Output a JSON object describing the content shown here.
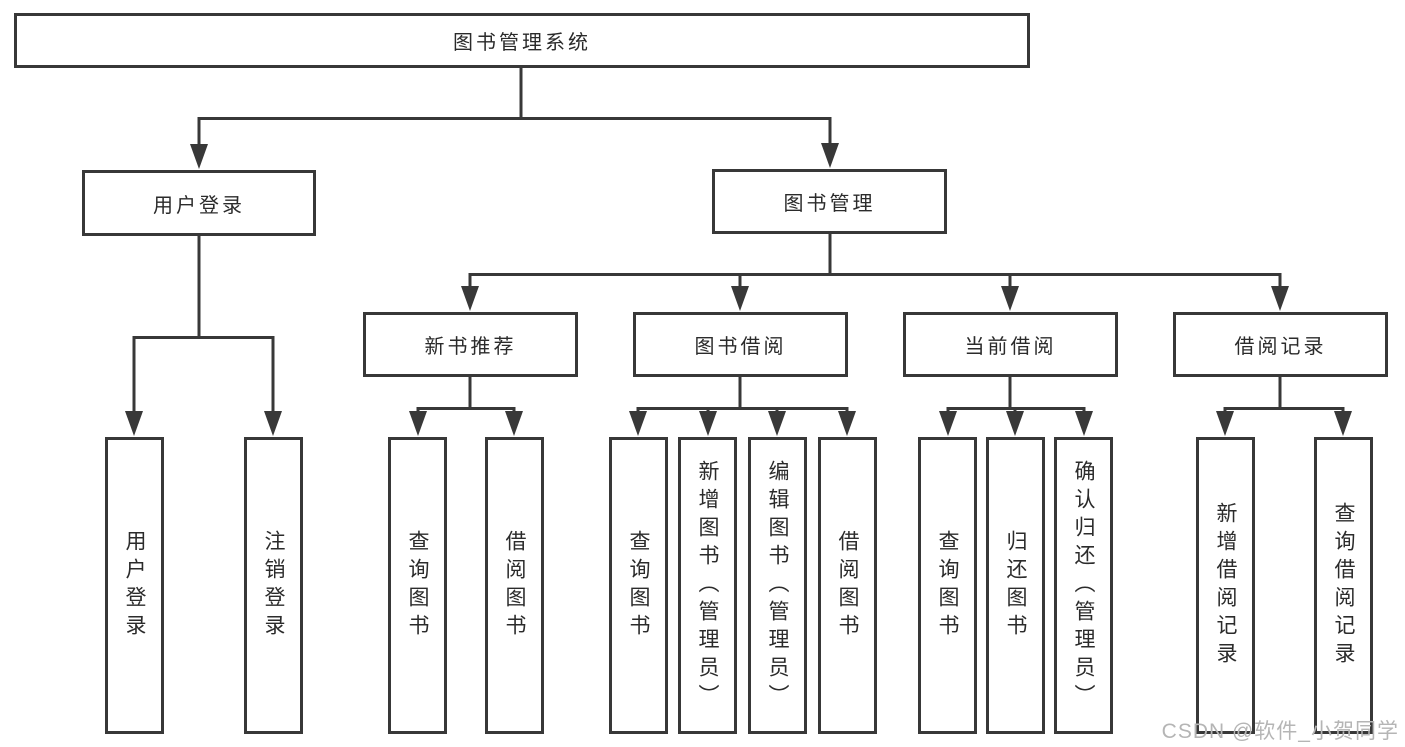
{
  "diagram": {
    "root": {
      "label": "图书管理系统"
    },
    "branches": [
      {
        "label": "用户登录",
        "children": [
          {
            "label": "用户登录"
          },
          {
            "label": "注销登录"
          }
        ]
      },
      {
        "label": "图书管理",
        "children": [
          {
            "label": "新书推荐",
            "children": [
              {
                "label": "查询图书"
              },
              {
                "label": "借阅图书"
              }
            ]
          },
          {
            "label": "图书借阅",
            "children": [
              {
                "label": "查询图书"
              },
              {
                "label": "新增图书（管理员）"
              },
              {
                "label": "编辑图书（管理员）"
              },
              {
                "label": "借阅图书"
              }
            ]
          },
          {
            "label": "当前借阅",
            "children": [
              {
                "label": "查询图书"
              },
              {
                "label": "归还图书"
              },
              {
                "label": "确认归还（管理员）"
              }
            ]
          },
          {
            "label": "借阅记录",
            "children": [
              {
                "label": "新增借阅记录"
              },
              {
                "label": "查询借阅记录"
              }
            ]
          }
        ]
      }
    ]
  },
  "watermark": {
    "text": "CSDN @软件_小贺同学"
  },
  "colors": {
    "line": "#383838",
    "box_border": "#383838",
    "box_fill": "#ffffff",
    "text": "#2b2b2b",
    "watermark": "#b5b5b5"
  }
}
